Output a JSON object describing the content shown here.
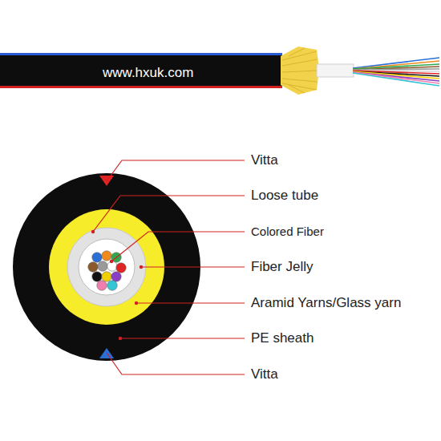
{
  "diagram": {
    "labels": [
      "www.hxuk.com",
      "Vitta",
      "Loose tube",
      "Colored Fiber",
      "Fiber Jelly",
      "Aramid Yarns/Glass yarn",
      "PE sheath",
      "Vitta"
    ]
  }
}
